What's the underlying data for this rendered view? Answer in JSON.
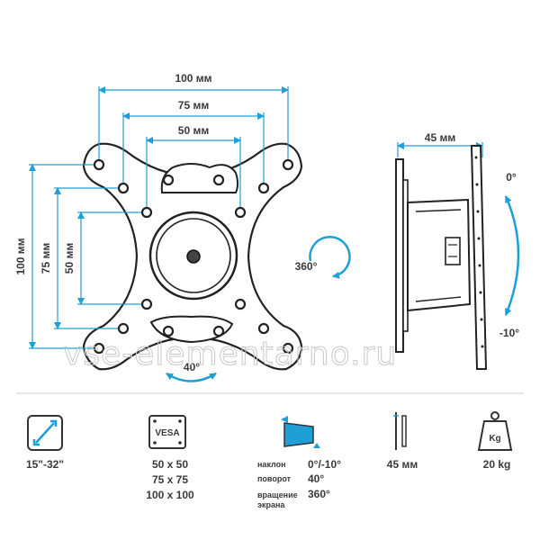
{
  "colors": {
    "accent": "#1e9fd6",
    "ink": "#222222",
    "text": "#3a3a3a"
  },
  "watermark": "vse-elementarno.ru",
  "front_view": {
    "dims": {
      "h_outer": "100 мм",
      "h_middle": "75 мм",
      "h_inner": "50 мм",
      "v_outer": "100 мм",
      "v_middle": "75 мм",
      "v_inner": "50 мм"
    },
    "swivel": "40°",
    "rotation": "360°"
  },
  "side_view": {
    "depth": "45 мм",
    "tilt_top": "0°",
    "tilt_bottom": "-10°"
  },
  "specs": {
    "screen_size": "15\"-32\"",
    "vesa_badge": "VESA",
    "vesa_sizes": [
      "50 x 50",
      "75 x 75",
      "100 x 100"
    ],
    "motion": [
      {
        "label": "наклон",
        "value": "0°/-10°"
      },
      {
        "label": "поворот",
        "value": "40°"
      },
      {
        "label": "вращение экрана",
        "value": "360°"
      }
    ],
    "depth": "45 мм",
    "weight_badge": "Kg",
    "weight": "20 kg"
  },
  "icons": [
    "diagonal-arrow-icon",
    "vesa-icon",
    "tilt-icon",
    "profile-icon",
    "weight-icon"
  ]
}
